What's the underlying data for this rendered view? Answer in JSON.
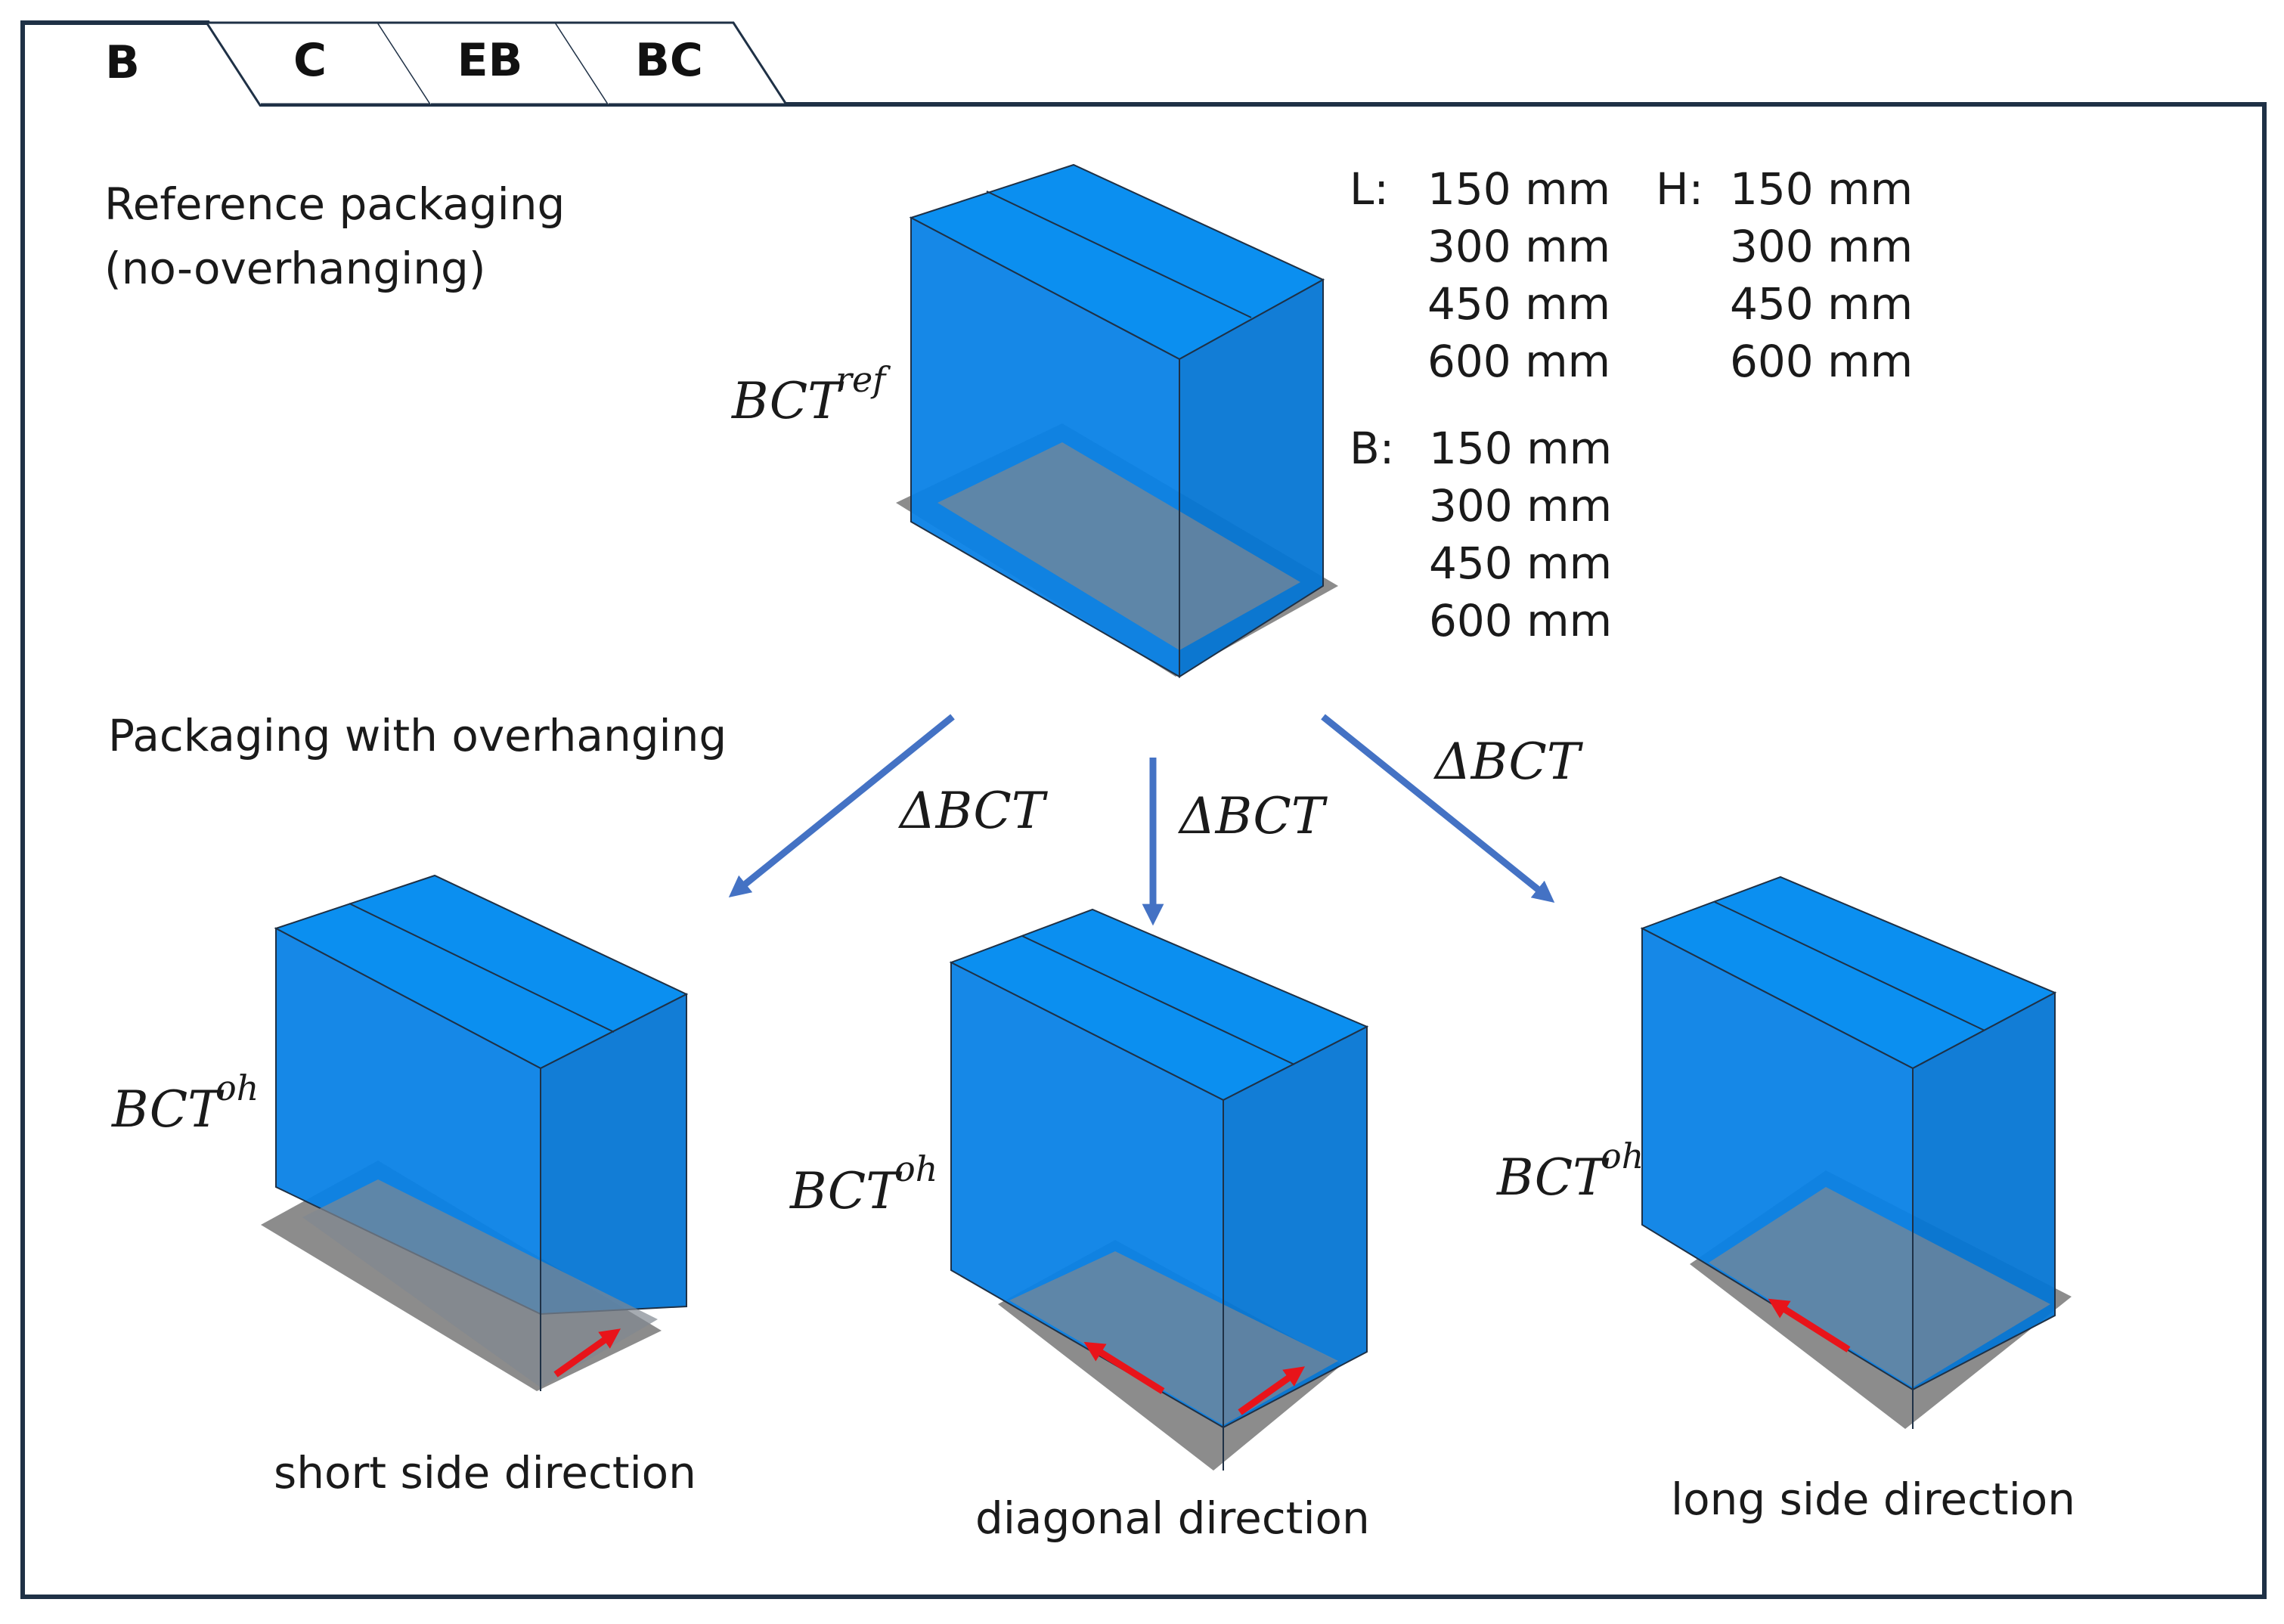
{
  "tabs": [
    {
      "label": "B",
      "active": true
    },
    {
      "label": "C",
      "active": false
    },
    {
      "label": "EB",
      "active": false
    },
    {
      "label": "BC",
      "active": false
    }
  ],
  "reference": {
    "line1": "Reference packaging",
    "line2": "(no-overhanging)",
    "bct_base": "BCT",
    "bct_sup": "ref"
  },
  "dimensions": {
    "L": {
      "label": "L:",
      "values": [
        "150 mm",
        "300 mm",
        "450 mm",
        "600 mm"
      ]
    },
    "H": {
      "label": "H:",
      "values": [
        "150 mm",
        "300 mm",
        "450 mm",
        "600 mm"
      ]
    },
    "B": {
      "label": "B:",
      "values": [
        "150 mm",
        "300 mm",
        "450 mm",
        "600 mm"
      ]
    }
  },
  "overhang_heading": "Packaging with overhanging",
  "delta_label": "ΔBCT",
  "variants": [
    {
      "bct_base": "BCT",
      "bct_sup": "oh",
      "caption": "short side direction"
    },
    {
      "bct_base": "BCT",
      "bct_sup": "oh",
      "caption": "diagonal direction"
    },
    {
      "bct_base": "BCT",
      "bct_sup": "oh",
      "caption": "long side direction"
    }
  ],
  "colors": {
    "box_front": "#0a82e6",
    "box_top": "#0b8ff0",
    "box_side": "#0576d4",
    "pallet": "#8c8c8c",
    "arrow_blue": "#4472c4",
    "arrow_red": "#e8141a",
    "frame": "#1f3146"
  }
}
